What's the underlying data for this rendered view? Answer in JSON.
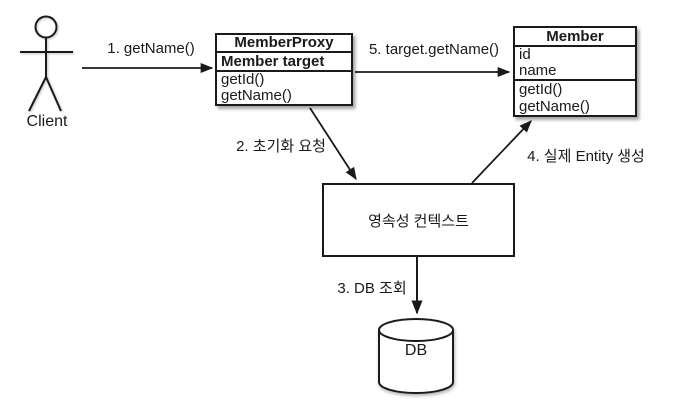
{
  "diagram": {
    "actor": {
      "label": "Client"
    },
    "classes": {
      "member_proxy": {
        "title": "MemberProxy",
        "attributes": [
          "Member target"
        ],
        "methods": [
          "getId()",
          "getName()"
        ]
      },
      "member": {
        "title": "Member",
        "attributes": [
          "id",
          "name"
        ],
        "methods": [
          "getId()",
          "getName()"
        ]
      }
    },
    "nodes": {
      "persistence_context": {
        "label": "영속성 컨텍스트"
      },
      "database": {
        "label": "DB"
      }
    },
    "arrows": {
      "step1": {
        "label": "1. getName()"
      },
      "step2": {
        "label": "2. 초기화 요청"
      },
      "step3": {
        "label": "3. DB 조회"
      },
      "step4": {
        "label": "4. 실제 Entity 생성"
      },
      "step5": {
        "label": "5. target.getName()"
      }
    },
    "colors": {
      "line": "#1a1a1a",
      "background": "#ffffff"
    }
  }
}
